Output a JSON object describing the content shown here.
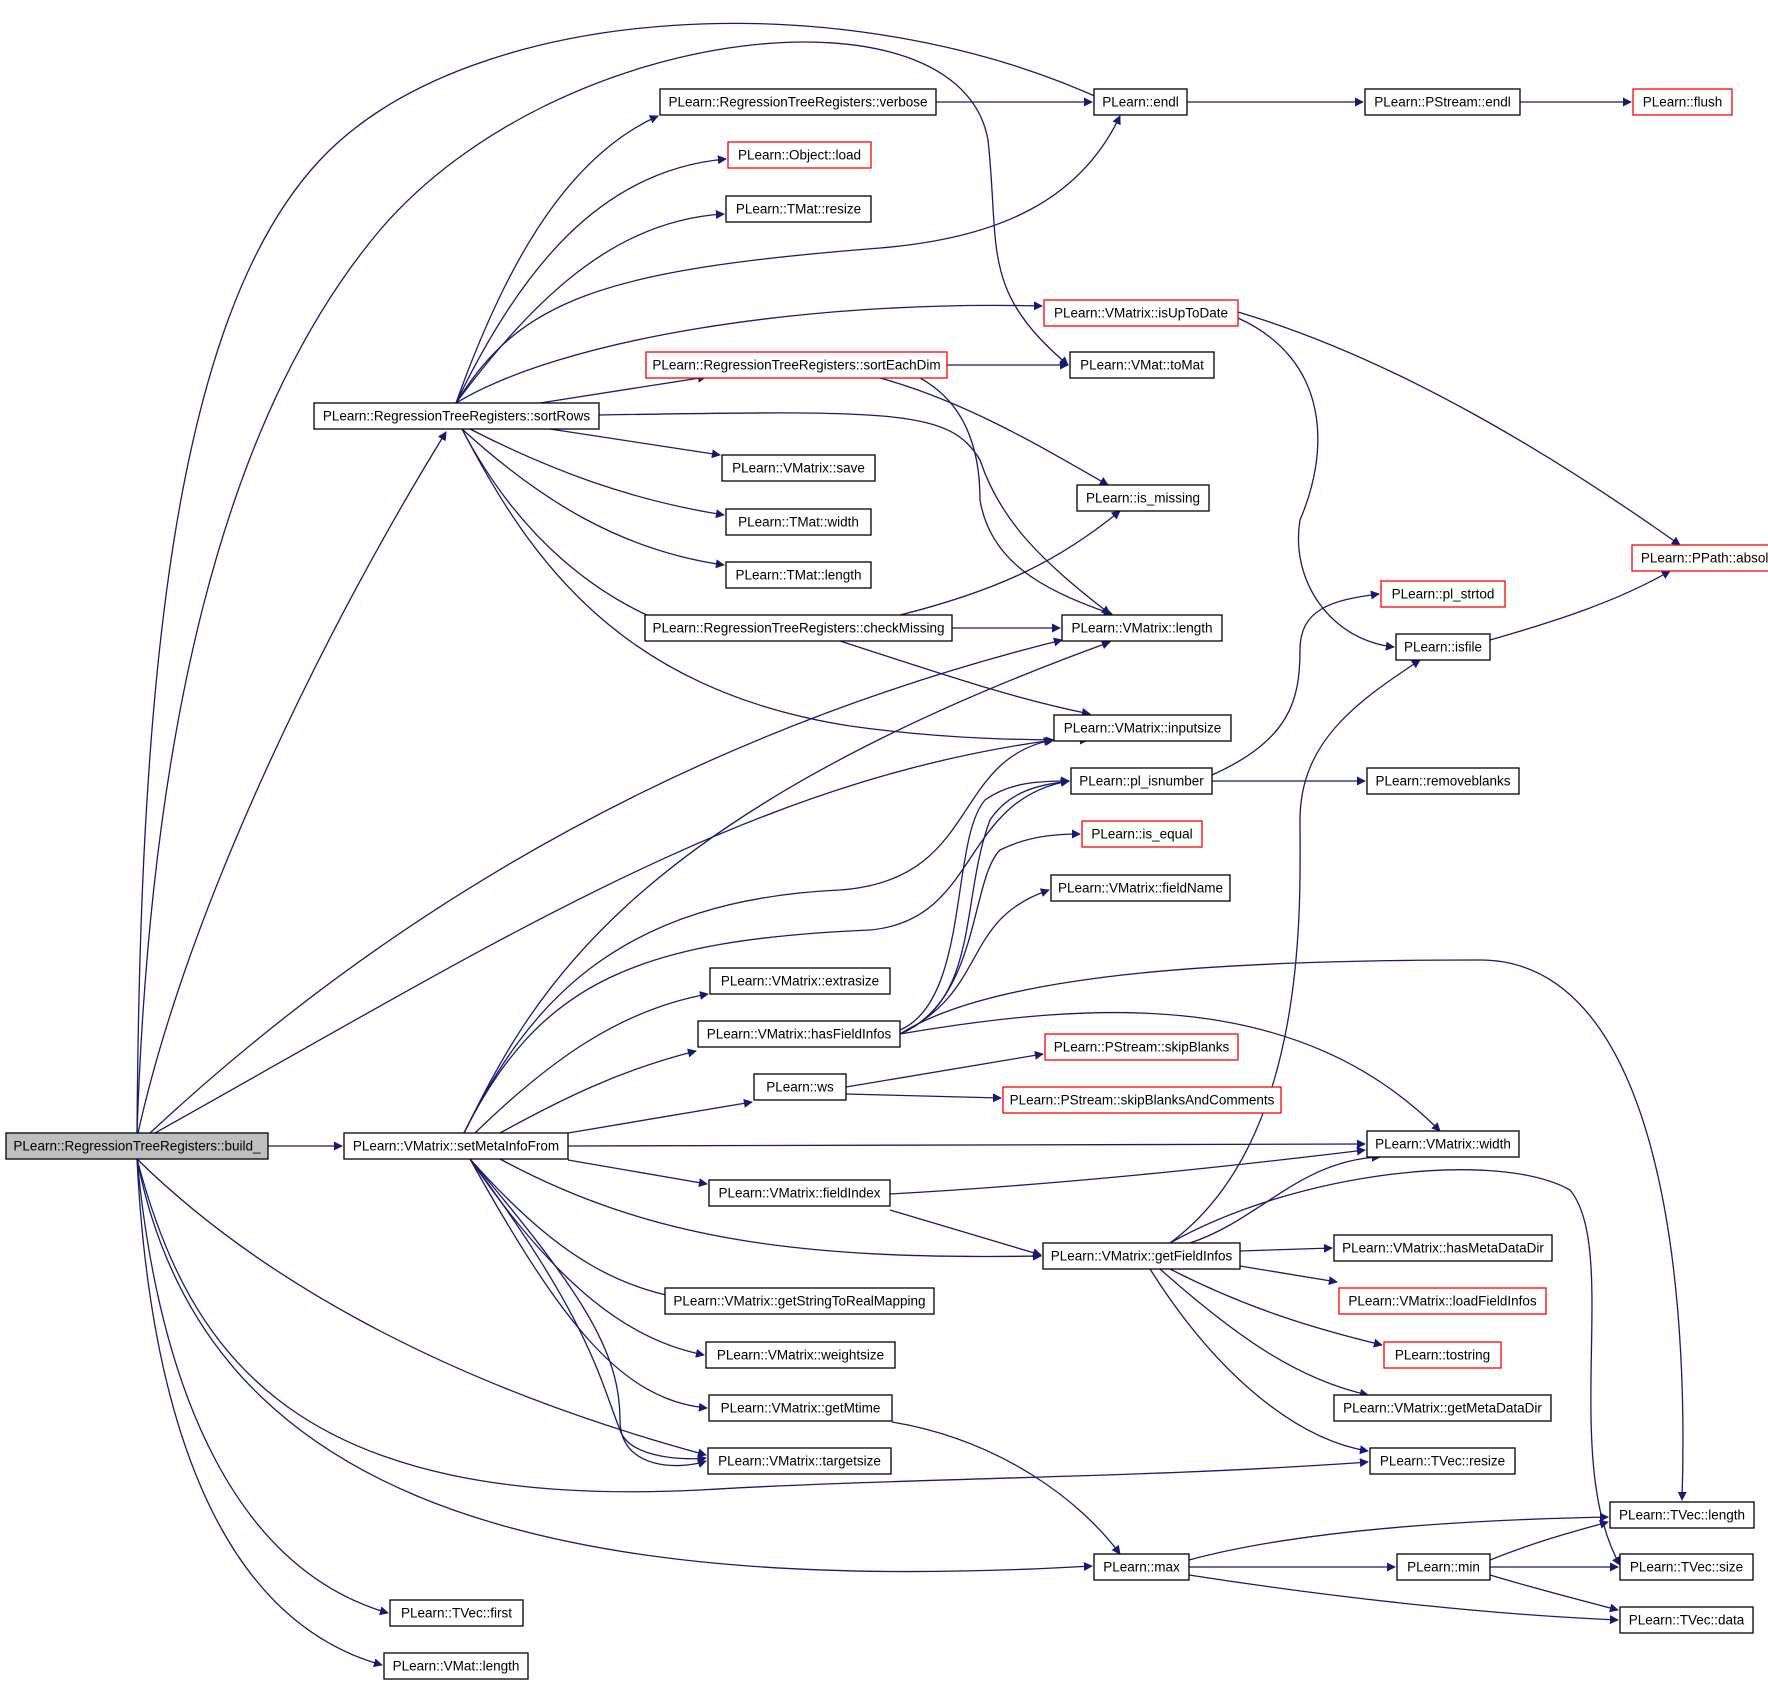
{
  "colors": {
    "edge": "#191970",
    "node_border": "#000000",
    "node_border_external": "#ff0000",
    "root_fill": "#bfbfbf",
    "node_fill": "#ffffff"
  },
  "nodes": [
    {
      "id": "build",
      "label": "PLearn::RegressionTreeRegisters::build_",
      "style": "root"
    },
    {
      "id": "sortRows",
      "label": "PLearn::RegressionTreeRegisters::sortRows",
      "style": "normal"
    },
    {
      "id": "setMeta",
      "label": "PLearn::VMatrix::setMetaInfoFrom",
      "style": "normal"
    },
    {
      "id": "verbose",
      "label": "PLearn::RegressionTreeRegisters::verbose",
      "style": "normal"
    },
    {
      "id": "objload",
      "label": "PLearn::Object::load",
      "style": "external"
    },
    {
      "id": "tmatresize",
      "label": "PLearn::TMat::resize",
      "style": "normal"
    },
    {
      "id": "sortEach",
      "label": "PLearn::RegressionTreeRegisters::sortEachDim",
      "style": "external"
    },
    {
      "id": "vmsave",
      "label": "PLearn::VMatrix::save",
      "style": "normal"
    },
    {
      "id": "tmatwidth",
      "label": "PLearn::TMat::width",
      "style": "normal"
    },
    {
      "id": "tmatlength",
      "label": "PLearn::TMat::length",
      "style": "normal"
    },
    {
      "id": "checkMissing",
      "label": "PLearn::RegressionTreeRegisters::checkMissing",
      "style": "normal"
    },
    {
      "id": "extrasize",
      "label": "PLearn::VMatrix::extrasize",
      "style": "normal"
    },
    {
      "id": "hasFI",
      "label": "PLearn::VMatrix::hasFieldInfos",
      "style": "normal"
    },
    {
      "id": "ws",
      "label": "PLearn::ws",
      "style": "normal"
    },
    {
      "id": "fieldIndex",
      "label": "PLearn::VMatrix::fieldIndex",
      "style": "normal"
    },
    {
      "id": "getStrMap",
      "label": "PLearn::VMatrix::getStringToRealMapping",
      "style": "normal"
    },
    {
      "id": "weightsize",
      "label": "PLearn::VMatrix::weightsize",
      "style": "normal"
    },
    {
      "id": "getMtime",
      "label": "PLearn::VMatrix::getMtime",
      "style": "normal"
    },
    {
      "id": "targetsize",
      "label": "PLearn::VMatrix::targetsize",
      "style": "normal"
    },
    {
      "id": "tvecfirst",
      "label": "PLearn::TVec::first",
      "style": "normal"
    },
    {
      "id": "vmatlength",
      "label": "PLearn::VMat::length",
      "style": "normal"
    },
    {
      "id": "endl",
      "label": "PLearn::endl",
      "style": "normal"
    },
    {
      "id": "isUpToDate",
      "label": "PLearn::VMatrix::isUpToDate",
      "style": "external"
    },
    {
      "id": "toMat",
      "label": "PLearn::VMat::toMat",
      "style": "normal"
    },
    {
      "id": "is_missing",
      "label": "PLearn::is_missing",
      "style": "normal"
    },
    {
      "id": "vmlength",
      "label": "PLearn::VMatrix::length",
      "style": "normal"
    },
    {
      "id": "inputsize",
      "label": "PLearn::VMatrix::inputsize",
      "style": "normal"
    },
    {
      "id": "pl_isnumber",
      "label": "PLearn::pl_isnumber",
      "style": "normal"
    },
    {
      "id": "is_equal",
      "label": "PLearn::is_equal",
      "style": "external"
    },
    {
      "id": "fieldName",
      "label": "PLearn::VMatrix::fieldName",
      "style": "normal"
    },
    {
      "id": "skipBlanks",
      "label": "PLearn::PStream::skipBlanks",
      "style": "external"
    },
    {
      "id": "skipBlanksC",
      "label": "PLearn::PStream::skipBlanksAndComments",
      "style": "external"
    },
    {
      "id": "getFI",
      "label": "PLearn::VMatrix::getFieldInfos",
      "style": "normal"
    },
    {
      "id": "max",
      "label": "PLearn::max",
      "style": "normal"
    },
    {
      "id": "pstreamendl",
      "label": "PLearn::PStream::endl",
      "style": "normal"
    },
    {
      "id": "flush",
      "label": "PLearn::flush",
      "style": "external"
    },
    {
      "id": "absolute",
      "label": "PLearn::PPath::absolute",
      "style": "external"
    },
    {
      "id": "pl_strtod",
      "label": "PLearn::pl_strtod",
      "style": "external"
    },
    {
      "id": "isfile",
      "label": "PLearn::isfile",
      "style": "normal"
    },
    {
      "id": "removeblanks",
      "label": "PLearn::removeblanks",
      "style": "normal"
    },
    {
      "id": "vmwidth",
      "label": "PLearn::VMatrix::width",
      "style": "normal"
    },
    {
      "id": "hasMetaDir",
      "label": "PLearn::VMatrix::hasMetaDataDir",
      "style": "normal"
    },
    {
      "id": "loadFI",
      "label": "PLearn::VMatrix::loadFieldInfos",
      "style": "external"
    },
    {
      "id": "tostring",
      "label": "PLearn::tostring",
      "style": "external"
    },
    {
      "id": "getMetaDir",
      "label": "PLearn::VMatrix::getMetaDataDir",
      "style": "normal"
    },
    {
      "id": "tvecresize",
      "label": "PLearn::TVec::resize",
      "style": "normal"
    },
    {
      "id": "min",
      "label": "PLearn::min",
      "style": "normal"
    },
    {
      "id": "tveclength",
      "label": "PLearn::TVec::length",
      "style": "normal"
    },
    {
      "id": "tvecsize",
      "label": "PLearn::TVec::size",
      "style": "normal"
    },
    {
      "id": "tvecdata",
      "label": "PLearn::TVec::data",
      "style": "normal"
    }
  ]
}
